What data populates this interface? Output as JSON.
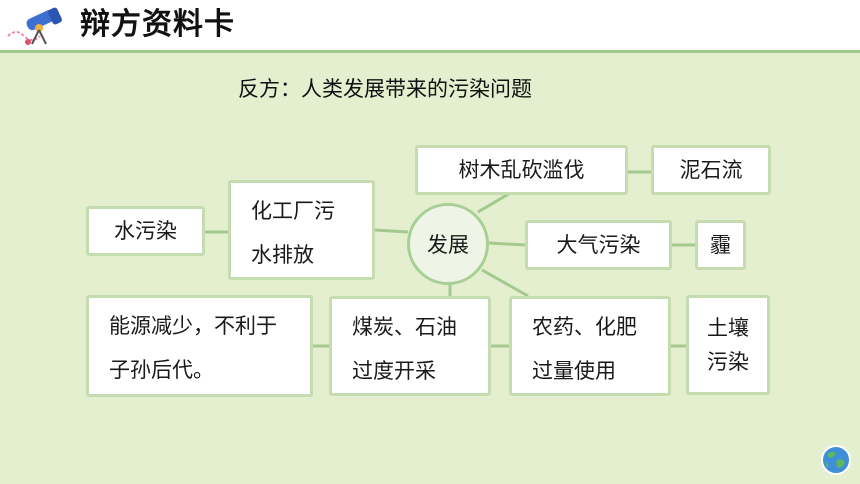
{
  "header": {
    "title": "辩方资料卡",
    "logo_icon": "telescope-icon"
  },
  "subtitle": "反方：人类发展带来的污染问题",
  "diagram": {
    "hub": "发展",
    "nodes": {
      "deforestation": "树木乱砍滥伐",
      "mudslide": "泥石流",
      "water_pollution": "水污染",
      "chemical_discharge": [
        "化工厂污",
        "水排放"
      ],
      "air_pollution": "大气污染",
      "haze": "霾",
      "energy_reduction": [
        "能源减少，不利于",
        "子孙后代。"
      ],
      "coal_oil": [
        "煤炭、石油",
        "过度开采"
      ],
      "pesticides": [
        "农药、化肥",
        "过量使用"
      ],
      "soil_pollution": [
        "土壤",
        "污染"
      ]
    }
  },
  "colors": {
    "background": "#e4efcf",
    "border": "#c4dcb0",
    "connector": "#a3c98f"
  },
  "footer_icon": "earth-icon"
}
